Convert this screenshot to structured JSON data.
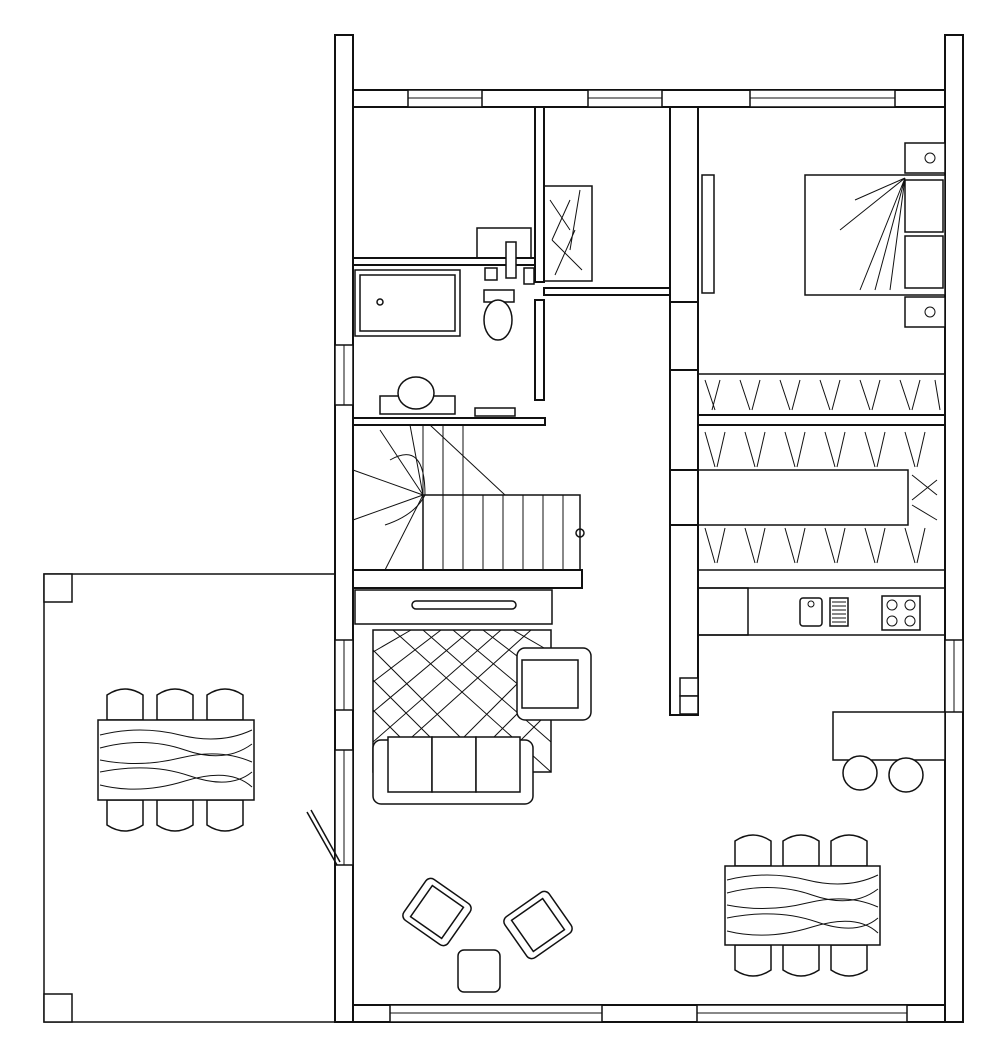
{
  "plan": {
    "line_color": "#111111",
    "background": "#ffffff",
    "rooms": [
      "storage-room",
      "bathroom",
      "closet",
      "bedroom",
      "staircase",
      "walk-in-wardrobe",
      "living-room",
      "kitchen",
      "dining-area",
      "terrace"
    ]
  }
}
